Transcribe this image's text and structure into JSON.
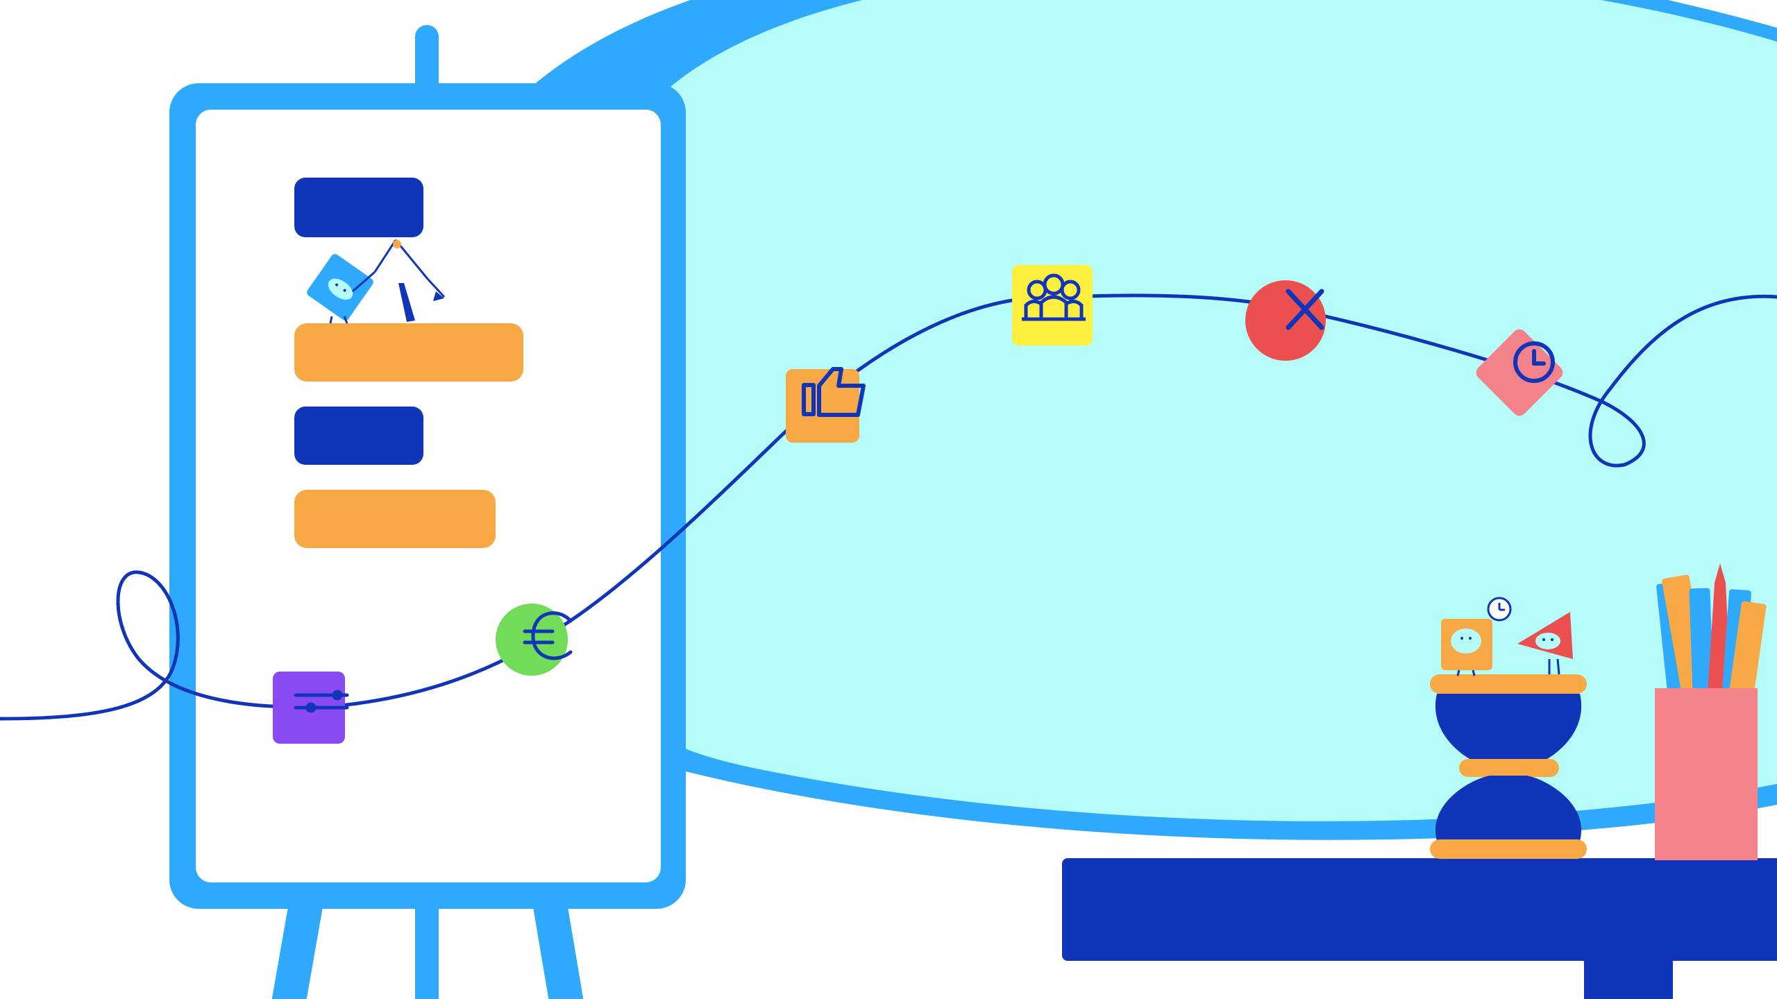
{
  "scene": {
    "description_free": true
  },
  "colors": {
    "background": "#ffffff",
    "sky_blue": "#2ea9fb",
    "pale_cyan": "#b6fcf9",
    "navy": "#1135b8",
    "orange": "#f6a944",
    "purple": "#8a4af3",
    "green": "#70dc58",
    "yellow": "#fff040",
    "red": "#eb5050",
    "pink": "#f3828a",
    "board_white": "#ffffff"
  },
  "icons": {
    "board_blocks": [
      "navy-block",
      "orange-block",
      "navy-block",
      "orange-block"
    ],
    "journey_steps": [
      {
        "name": "sliders-icon",
        "tile": "purple-square"
      },
      {
        "name": "euro-icon",
        "tile": "green-circle"
      },
      {
        "name": "thumbs-up-icon",
        "tile": "orange-square"
      },
      {
        "name": "group-icon",
        "tile": "yellow-square"
      },
      {
        "name": "close-icon",
        "tile": "red-circle"
      },
      {
        "name": "clock-icon",
        "tile": "pink-diamond"
      }
    ],
    "characters": [
      "blue-diamond-character",
      "orange-square-character",
      "red-triangle-character"
    ],
    "props": [
      "easel",
      "hourglass",
      "pencil-cup",
      "desk"
    ]
  }
}
